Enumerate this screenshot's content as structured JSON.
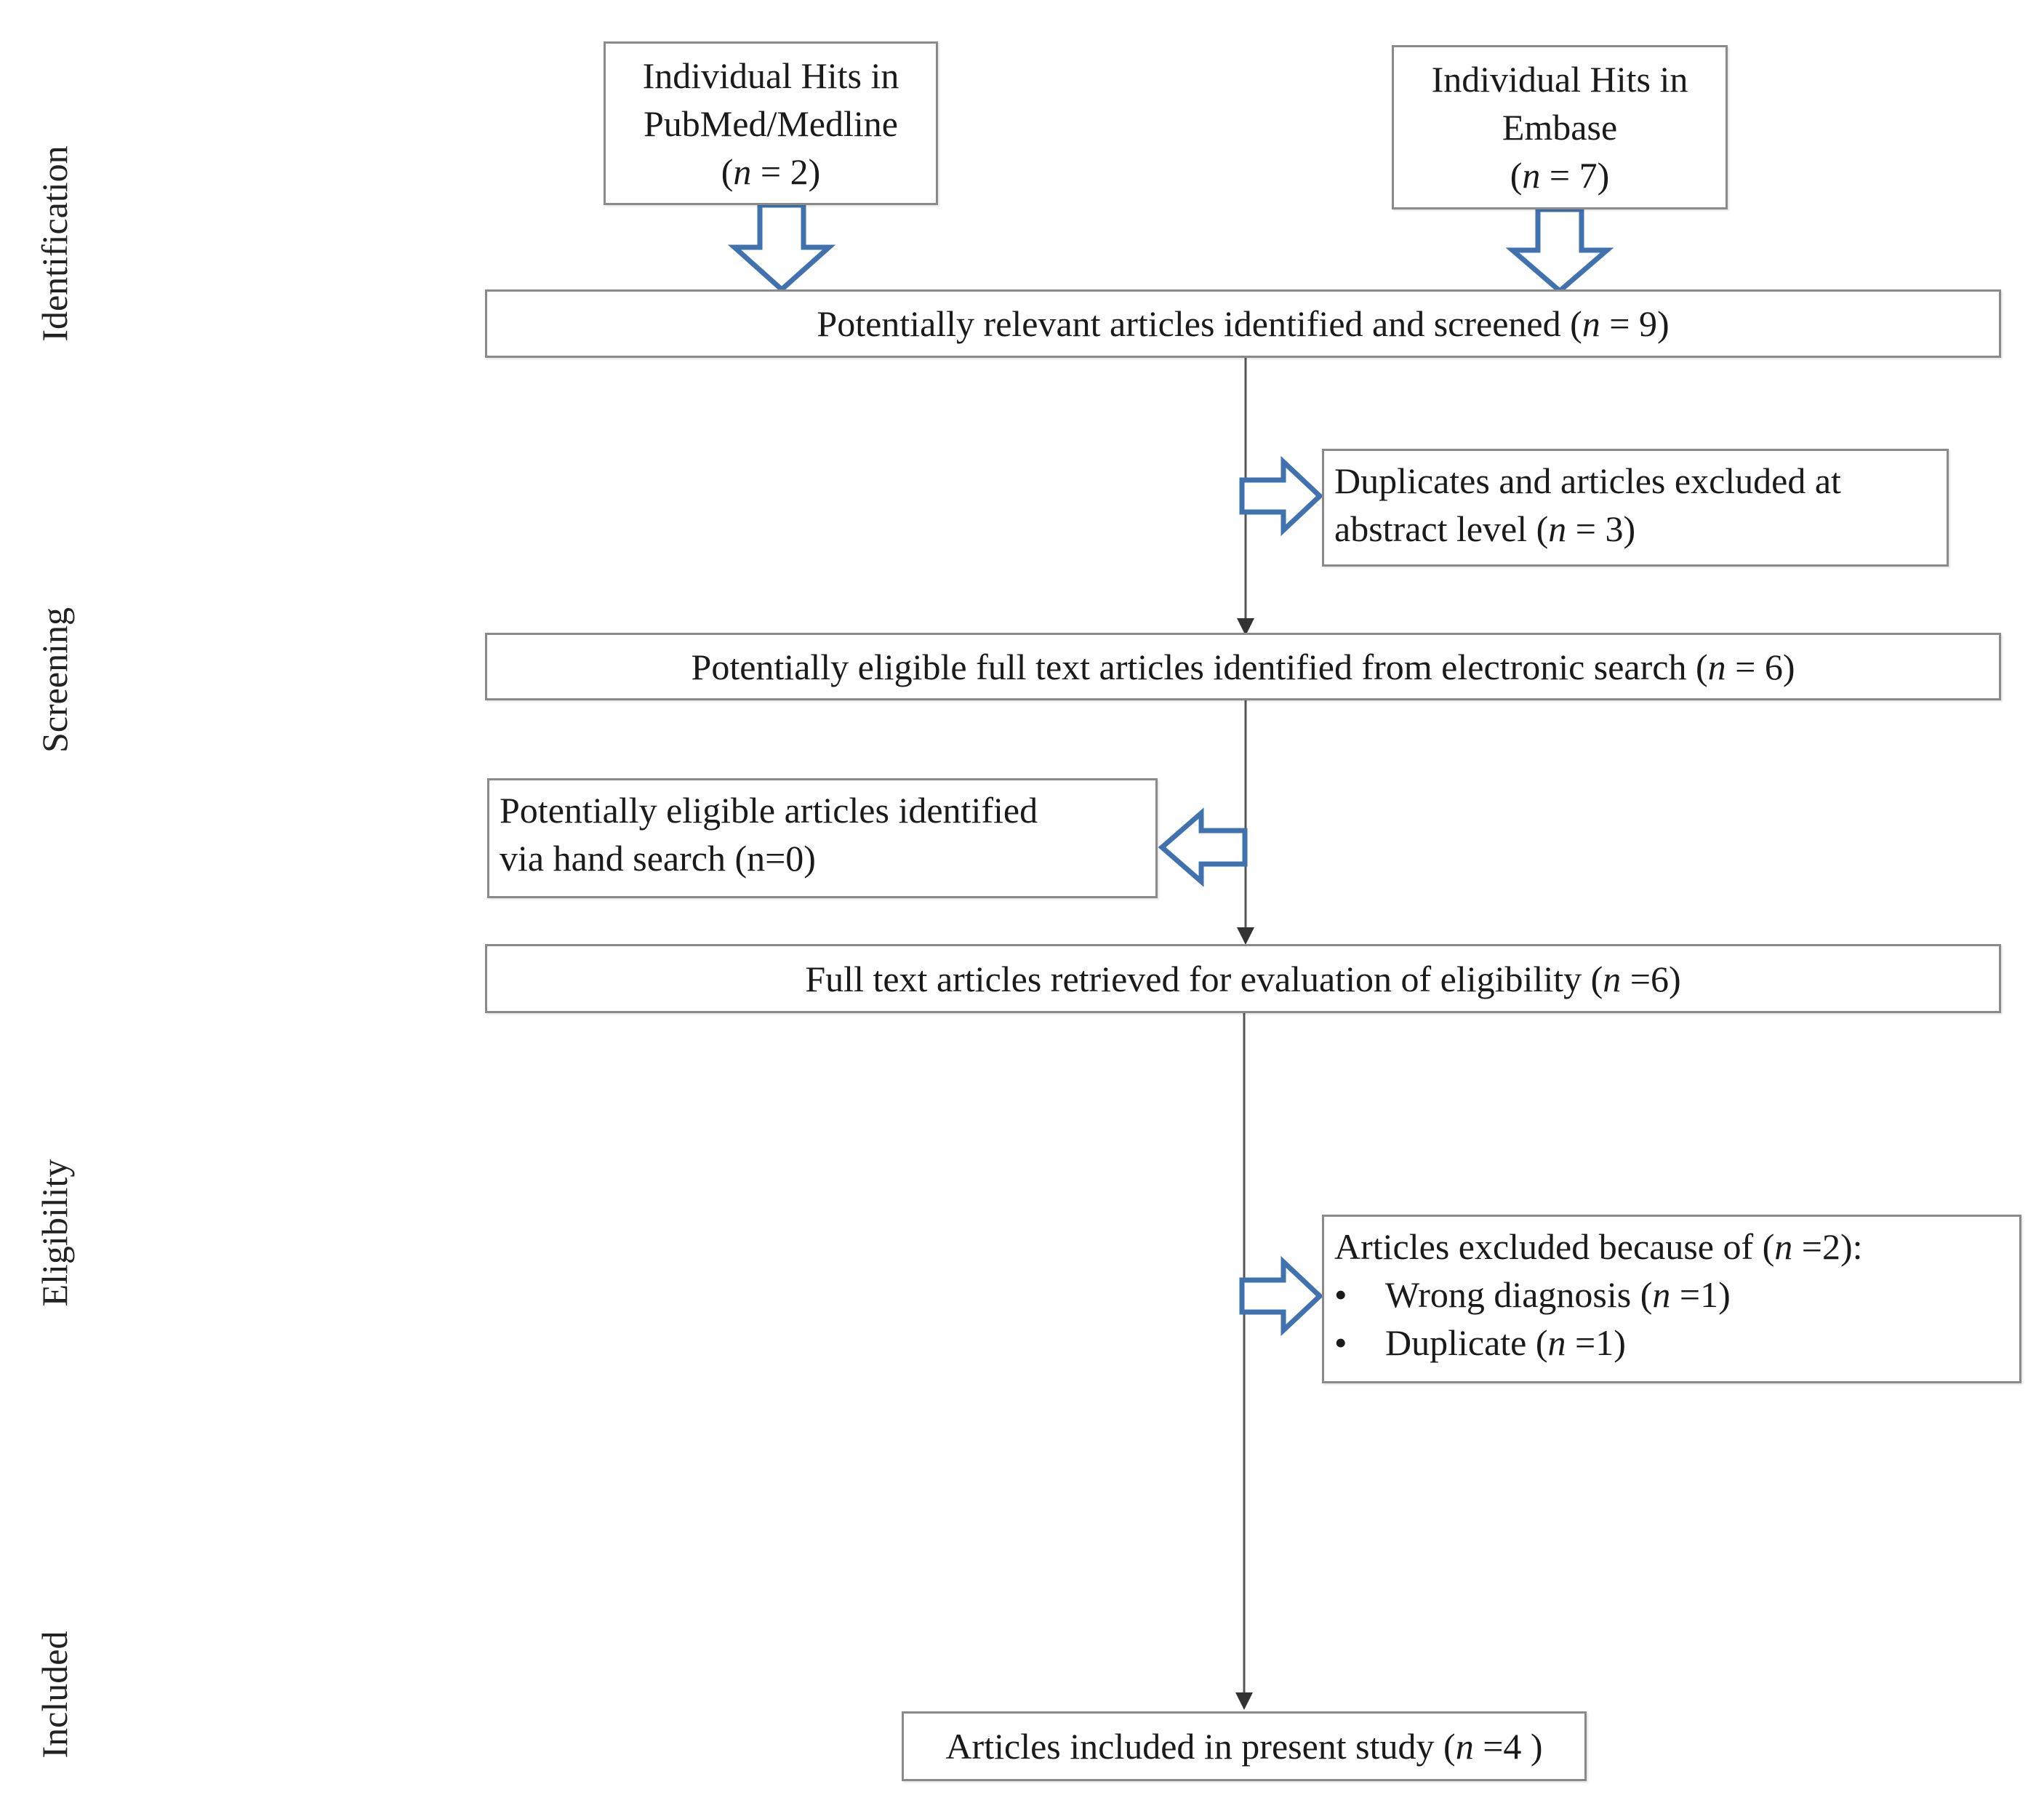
{
  "stages": {
    "identification": "Identification",
    "screening": "Screening",
    "eligibility": "Eligibility",
    "included": "Included"
  },
  "boxes": {
    "pubmed": {
      "line1": "Individual Hits in",
      "line2": "PubMed/Medline",
      "line3": "(n = 2)"
    },
    "embase": {
      "line1": "Individual Hits in",
      "line2": "Embase",
      "line3": "(n = 7)"
    },
    "screened": "Potentially relevant articles identified and screened (n = 9)",
    "duplicates_excluded": {
      "line1": "Duplicates and articles excluded at",
      "line2": "abstract level (n = 3)"
    },
    "eligible_electronic": "Potentially eligible  full text articles identified from electronic search (n = 6)",
    "hand_search": {
      "line1": "Potentially eligible  articles identified",
      "line2": "via hand search (n=0)"
    },
    "retrieved": "Full text articles retrieved for evaluation of eligibility  (n =6)",
    "excluded_reasons": {
      "heading": "Articles excluded because of (n =2):",
      "bullet": "•",
      "items": [
        "Wrong diagnosis (n =1)",
        "Duplicate (n =1)"
      ]
    },
    "included": "Articles included in present study (n =4 )"
  },
  "colors": {
    "box_border": "#8a8a8a",
    "arrow_outline": "#3f72af",
    "connector_line": "#555555"
  }
}
